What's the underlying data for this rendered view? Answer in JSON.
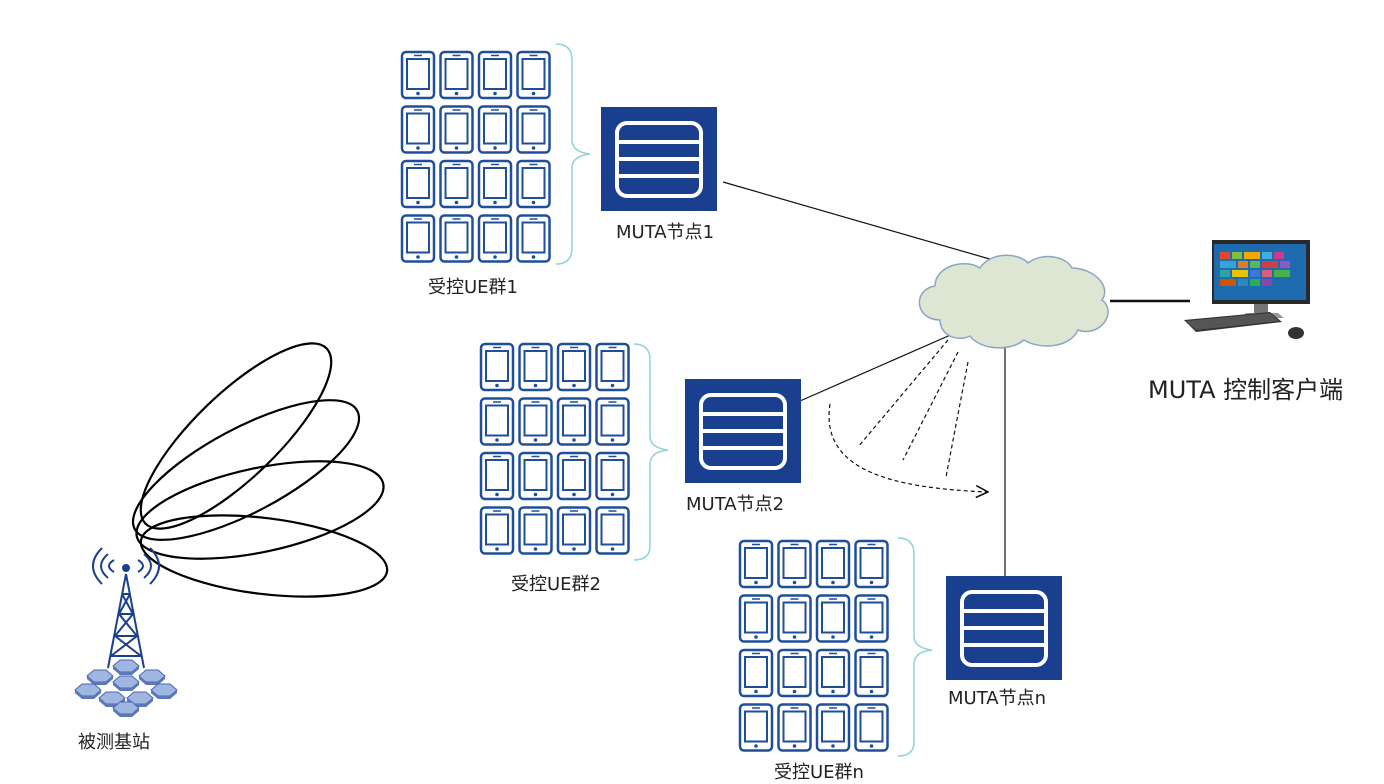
{
  "nodes": [
    {
      "id": "node1",
      "label": "MUTA节点1"
    },
    {
      "id": "node2",
      "label": "MUTA节点2"
    },
    {
      "id": "noden",
      "label": "MUTA节点n"
    }
  ],
  "ue_groups": [
    {
      "id": "group1",
      "label": "受控UE群1"
    },
    {
      "id": "group2",
      "label": "受控UE群2"
    },
    {
      "id": "groupn",
      "label": "受控UE群n"
    }
  ],
  "base_station": {
    "label": "被测基站"
  },
  "client": {
    "label": "MUTA 控制客户端"
  },
  "colors": {
    "node_blue": "#1b3f8f",
    "phone_blue": "#1f4f9a",
    "cloud_fill": "#dde6d2",
    "bracket": "#8fd3d6",
    "line": "#111111"
  }
}
